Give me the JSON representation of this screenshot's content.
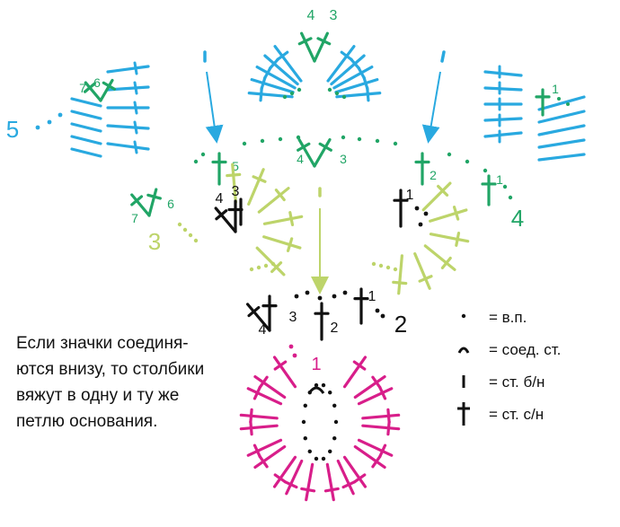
{
  "colors": {
    "blue": "#29a9e0",
    "green": "#21a566",
    "lime": "#bdd46a",
    "black": "#111111",
    "magenta": "#d81e8a"
  },
  "labels": {
    "row1": "1",
    "row2": "2",
    "row3": "3",
    "row4": "4",
    "row5": "5",
    "top_4": "4",
    "top_3": "3",
    "left_7": "7",
    "left_6": "6",
    "right_1": "1",
    "mid_5": "5",
    "mid_4": "4",
    "mid_3": "3",
    "mid_2": "2",
    "g_7": "7",
    "g_6": "6",
    "g_1": "1",
    "k_4": "4",
    "k_3": "3",
    "k_1": "1",
    "b_4": "4",
    "b_3": "3",
    "b_2": "2",
    "b_1": "1"
  },
  "note": {
    "line1": "Если значки соединя-",
    "line2": "ются внизу, то столбики",
    "line3": "вяжут в одну и ту же",
    "line4": "петлю основания."
  },
  "legend": [
    {
      "symbol": "dot-icon",
      "text": "= в.п."
    },
    {
      "symbol": "slip-stitch-icon",
      "text": "= соед. ст."
    },
    {
      "symbol": "single-crochet-icon",
      "text": "= ст. б/н"
    },
    {
      "symbol": "double-crochet-icon",
      "text": "= ст. с/н"
    }
  ]
}
